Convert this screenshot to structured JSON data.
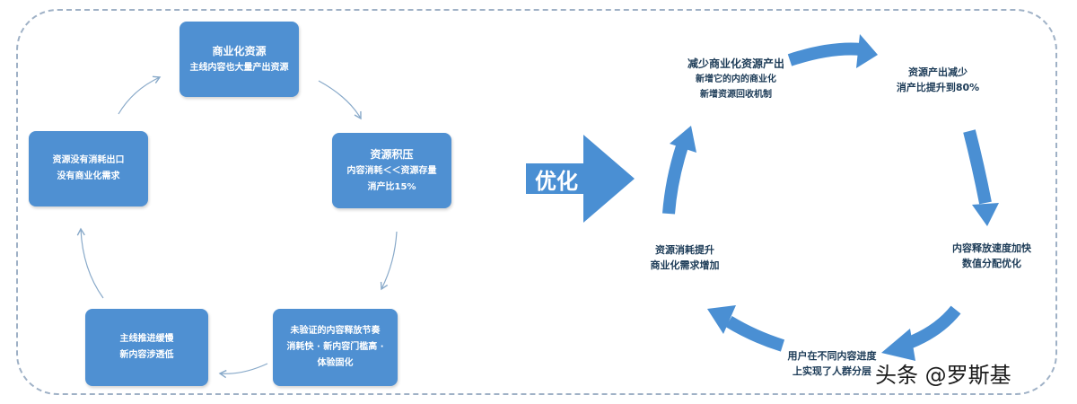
{
  "left_cycle": {
    "box_top": {
      "line1": "商业化资源",
      "line2": "主线内容也大量产出资源"
    },
    "box_right": {
      "line1": "资源积压",
      "line2": "内容消耗＜＜资源存量",
      "line3": "消产比15%"
    },
    "box_bottom_right": {
      "line1": "未验证的内容释放节奏",
      "line2": "消耗快 · 新内容门槛高 ·",
      "line3": "体验固化"
    },
    "box_bottom_left": {
      "line1": "主线推进缓慢",
      "line2": "新内容涉透低"
    },
    "box_left": {
      "line1": "资源没有消耗出口",
      "line2": "没有商业化需求"
    }
  },
  "optimize_arrow": {
    "label": "优化"
  },
  "right_cycle": {
    "label_top_left": {
      "line1": "减少商业化资源产出",
      "line2": "新增它的内的商业化",
      "line3": "新增资源回收机制"
    },
    "label_top_right": {
      "line1": "资源产出减少",
      "line2": "消产比提升到80%"
    },
    "label_right": {
      "line1": "内容释放速度加快",
      "line2": "数值分配优化"
    },
    "label_bottom": {
      "line1": "用户在不同内容进度",
      "line2": "上实现了人群分层"
    },
    "label_left": {
      "line1": "资源消耗提升",
      "line2": "商业化需求增加"
    }
  },
  "watermark": "头条 @罗斯基",
  "colors": {
    "box_fill": "#4f90d2",
    "arrow_blue": "#4a8fd3",
    "thin_arrow": "#88a9c9",
    "frame_dash": "#9fb1c6"
  }
}
